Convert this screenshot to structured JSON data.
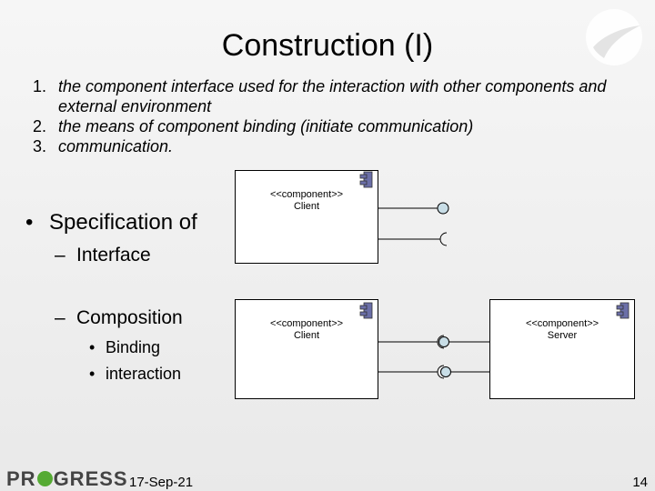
{
  "slide": {
    "title": "Construction (I)",
    "numbered_items": [
      {
        "num": "1.",
        "text": "the component interface used for the interaction with other components and external environment"
      },
      {
        "num": "2.",
        "text": "the means of component binding (initiate communication)"
      },
      {
        "num": "3.",
        "text": "communication."
      }
    ],
    "bullet": {
      "marker": "•",
      "text": "Specification of"
    },
    "sub_items": [
      {
        "marker": "–",
        "text": "Interface"
      },
      {
        "marker": "–",
        "text": "Composition"
      }
    ],
    "subsub_items": [
      {
        "marker": "•",
        "text": "Binding"
      },
      {
        "marker": "•",
        "text": "interaction"
      }
    ]
  },
  "diagram": {
    "client_top": {
      "stereotype": "<<component>>",
      "name": "Client"
    },
    "client_bottom": {
      "stereotype": "<<component>>",
      "name": "Client"
    },
    "server": {
      "stereotype": "<<component>>",
      "name": "Server"
    }
  },
  "footer": {
    "logo_left": "PR",
    "logo_right": "GRESS",
    "date": "17-Sep-21",
    "page": "14"
  },
  "colors": {
    "logo_accent": "#55aa33",
    "interface_fill": "#c8dde6"
  }
}
